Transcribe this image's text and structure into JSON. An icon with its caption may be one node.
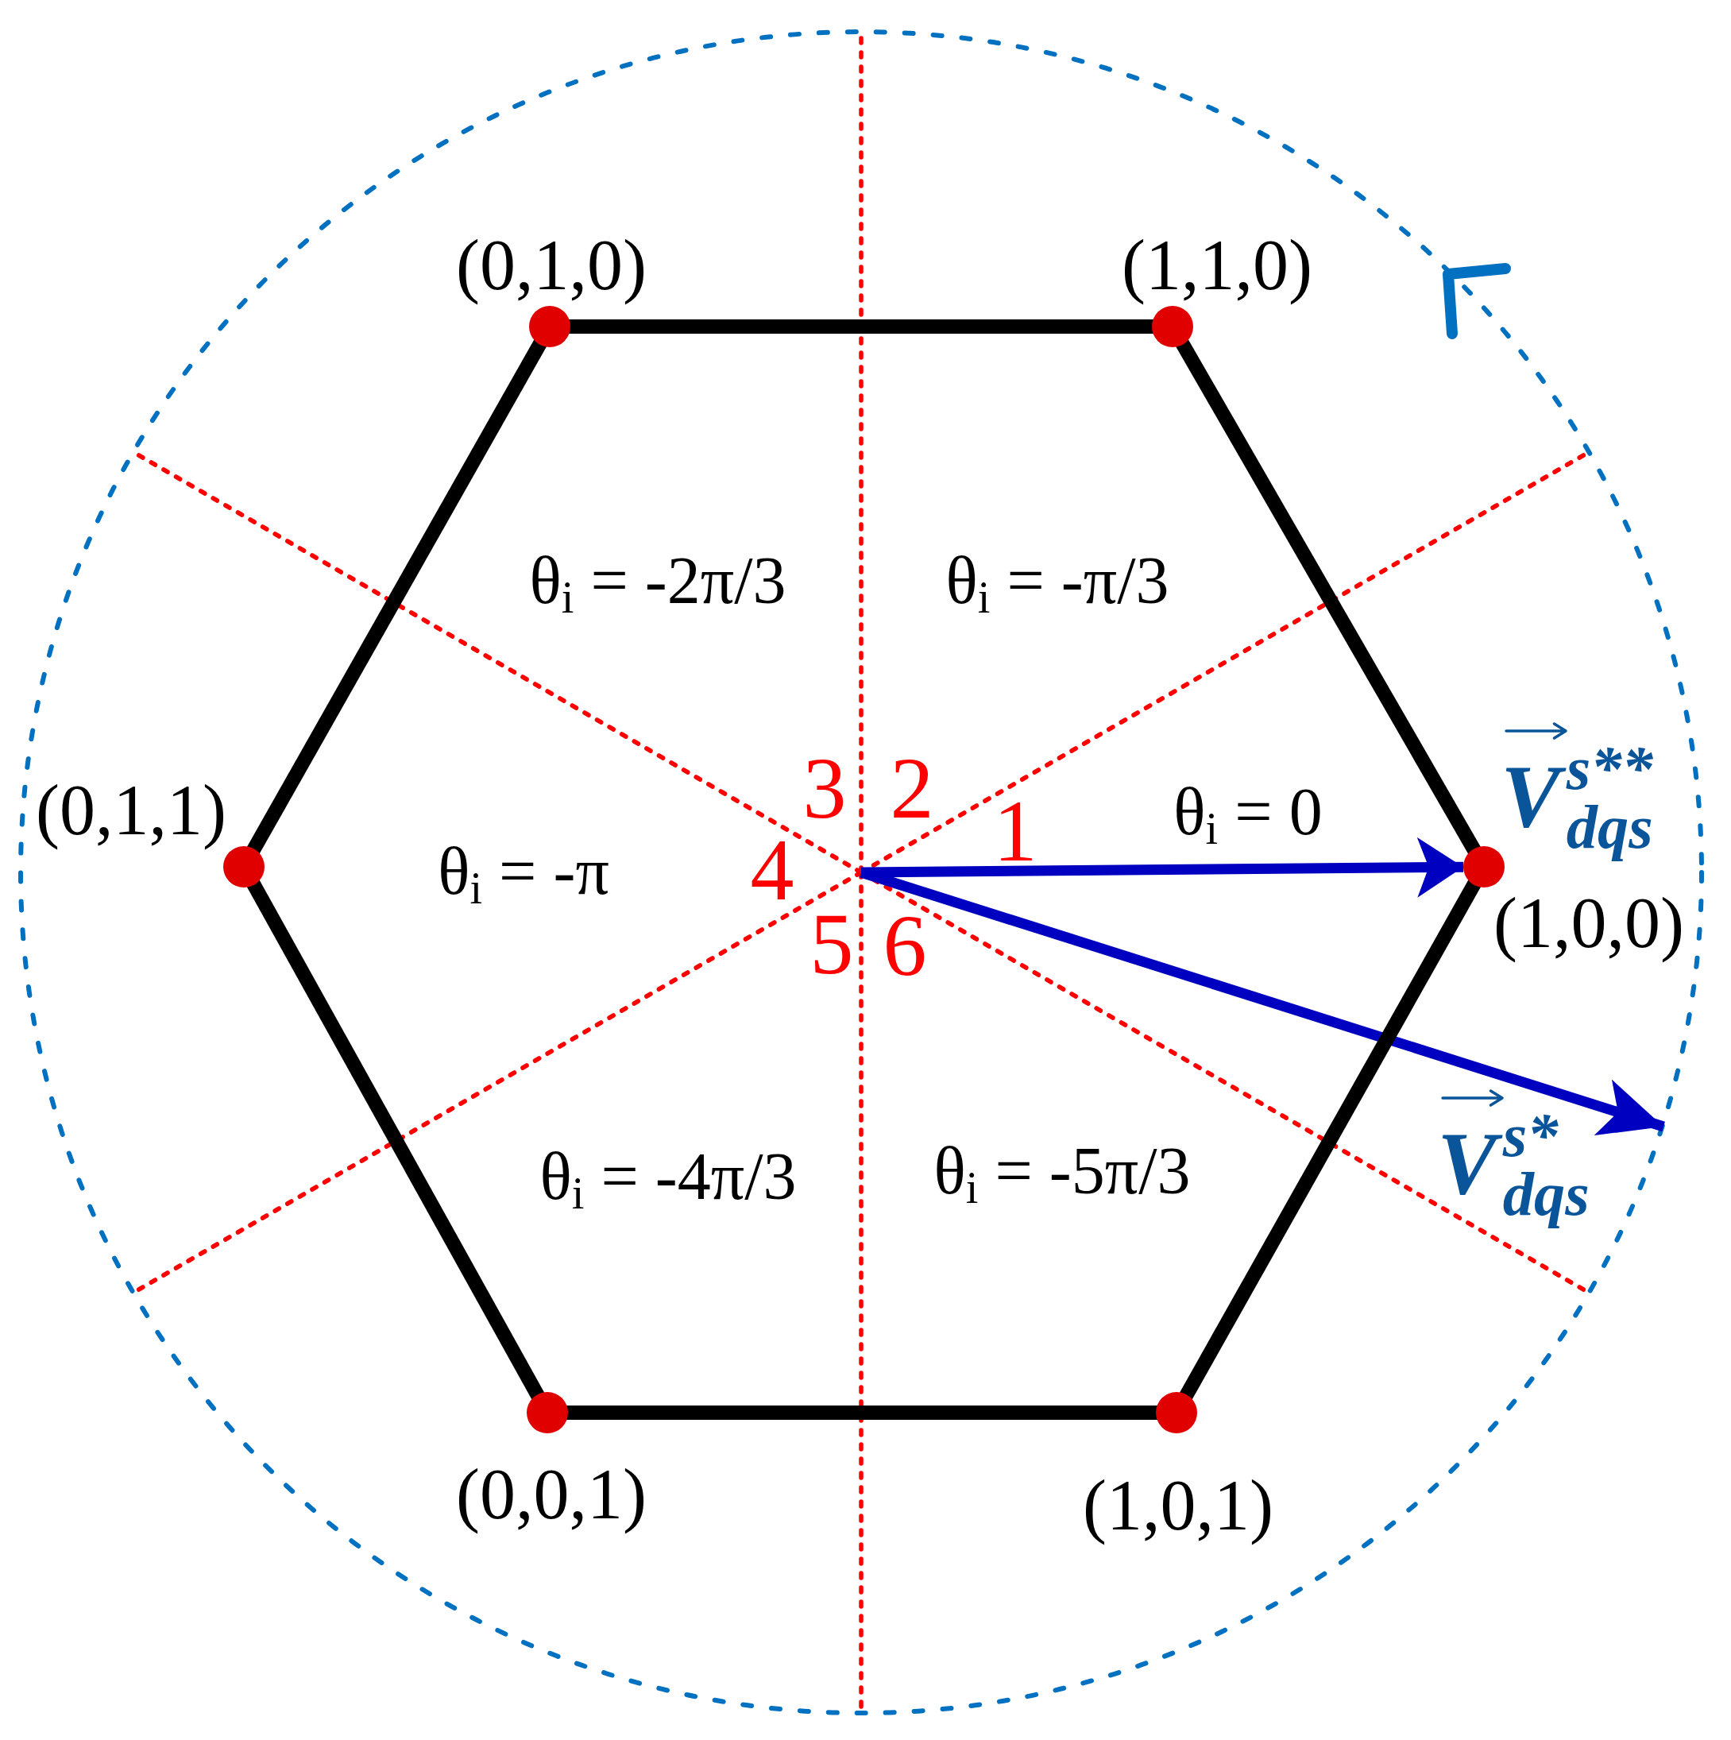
{
  "diagram": {
    "nodes": [
      {
        "text": [],
        "shape": "circle",
        "beside": [
          "(0,1,0)"
        ]
      },
      {
        "text": [],
        "shape": "circle",
        "beside": [
          "(1,1,0)"
        ]
      },
      {
        "text": [],
        "shape": "circle",
        "beside": [
          "(0,1,1)"
        ]
      },
      {
        "text": [],
        "shape": "circle",
        "beside": [
          "(1,0,0)"
        ]
      },
      {
        "text": [],
        "shape": "circle",
        "beside": [
          "(0,0,1)"
        ]
      },
      {
        "text": [],
        "shape": "circle",
        "beside": [
          "(1,0,1)"
        ]
      }
    ],
    "edges": [
      {
        "from": 0,
        "to": 1,
        "arrow": "none"
      },
      {
        "from": 1,
        "to": 3,
        "arrow": "none"
      },
      {
        "from": 3,
        "to": 5,
        "arrow": "none"
      },
      {
        "from": 5,
        "to": 4,
        "arrow": "none"
      },
      {
        "from": 4,
        "to": 2,
        "arrow": "none"
      },
      {
        "from": 2,
        "to": 0,
        "arrow": "none"
      },
      {
        "from": null,
        "to": 3,
        "arrow": "to",
        "color": "#0000c0"
      }
    ],
    "labels": [
      "θ$_{i}$ = -2π/3",
      "θ$_{i}$ = -π/3",
      "3",
      "2",
      "θ$_{i}$ = 0",
      "V$^{s**}$$_{dqs}$",
      "θ$_{i}$ = -π",
      "4",
      "1",
      "5",
      "6",
      "θ$_{i}$ = -4π/3",
      "θ$_{i}$ = -5π/3",
      "V$^{s*}$$_{dqs}$"
    ]
  }
}
